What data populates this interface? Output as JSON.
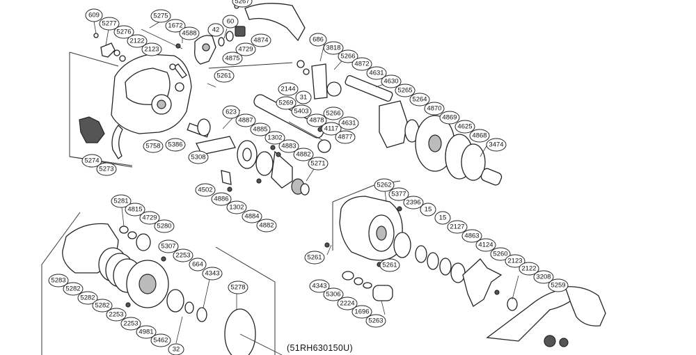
{
  "model_code": "(51RH630150U)",
  "labels": {
    "p609": "609",
    "p5277": "5277",
    "p5275": "5275",
    "p5276": "5276",
    "p2122a": "2122",
    "p2123a": "2123",
    "p1672": "1672",
    "p4588": "4588",
    "p42": "42",
    "p60": "60",
    "p4874": "4874",
    "p4729a": "4729",
    "p4875": "4875",
    "p5261a": "5261",
    "p686": "686",
    "p3818": "3818",
    "p5266a": "5266",
    "p4872": "4872",
    "p4631a": "4631",
    "p4630": "4630",
    "p5265": "5265",
    "p5264": "5264",
    "p4870": "4870",
    "p4869": "4869",
    "p4625": "4625",
    "p4868": "4868",
    "p3474": "3474",
    "p2144": "2144",
    "p31": "31",
    "p5269": "5269",
    "p5403": "5403",
    "p5266b": "5266",
    "p4631b": "4631",
    "p4878": "4878",
    "p4117": "4117",
    "p4877": "4877",
    "p623": "623",
    "p4887": "4887",
    "p4885": "4885",
    "p1302a": "1302",
    "p4883": "4883",
    "p4882a": "4882",
    "p5271": "5271",
    "p5758": "5758",
    "p5386": "5386",
    "p5308": "5308",
    "p5274": "5274",
    "p5273": "5273",
    "p4502": "4502",
    "p4886": "4886",
    "p1302b": "1302",
    "p4884": "4884",
    "p4882b": "4882",
    "p5262": "5262",
    "p5377": "5377",
    "p2396": "2396",
    "p15a": "15",
    "p15b": "15",
    "p2127": "2127",
    "p4863": "4863",
    "p4124": "4124",
    "p5260": "5260",
    "p2123b": "2123",
    "p2122b": "2122",
    "p3208": "3208",
    "p5259": "5259",
    "p5261b": "5261",
    "p5261c": "5261",
    "p4343a": "4343",
    "p5306": "5306",
    "p2224": "2224",
    "p1696": "1696",
    "p5263": "5263",
    "p5281": "5281",
    "p4815": "4815",
    "p4729b": "4729",
    "p5280": "5280",
    "p5307": "5307",
    "p2253a": "2253",
    "p664": "664",
    "p4343b": "4343",
    "p5278": "5278",
    "p5283": "5283",
    "p5282a": "5282",
    "p5282b": "5282",
    "p5282c": "5282",
    "p2253b": "2253",
    "p2253c": "2253",
    "p4981": "4981",
    "p5462": "5462",
    "p32": "32",
    "p5267": "5267"
  }
}
